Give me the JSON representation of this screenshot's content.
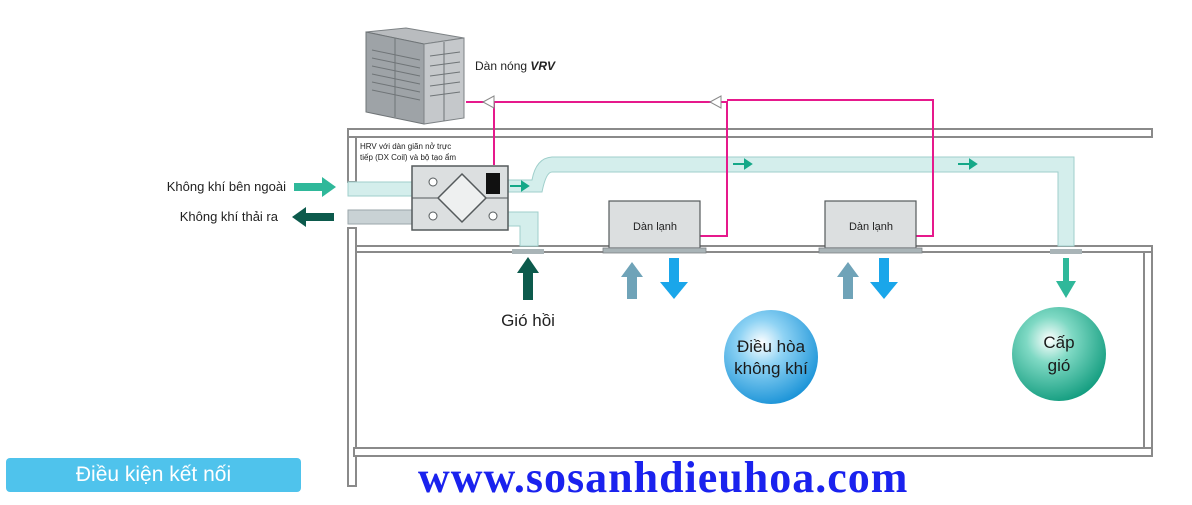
{
  "outdoor_unit_label": "Dàn nóng ",
  "outdoor_unit_brand": "VRV",
  "hrv_label_line1": "HRV với dàn giãn nở trực",
  "hrv_label_line2": "tiếp (DX Coil) và bộ tạo ẩm",
  "outdoor_air_label": "Không khí bên ngoài",
  "exhaust_air_label": "Không khí thải ra",
  "indoor_unit_1_label": "Dàn lạnh",
  "indoor_unit_2_label": "Dàn lạnh",
  "return_air_label": "Gió hồi",
  "ac_circle_line1": "Điều hòa",
  "ac_circle_line2": "không khí",
  "supply_circle_line1": "Cấp",
  "supply_circle_line2": "gió",
  "connect_button_label": "Điều kiện kết nối",
  "watermark": "www.sosanhdieuhoa.com",
  "colors": {
    "refrigerant_pipe": "#e6198c",
    "duct_fill": "#d4eeec",
    "duct_stroke": "#9fcfcb",
    "building_wall": "#8a8a8a",
    "unit_fill": "#dcdfe0",
    "intake_arrow": "#2fb89a",
    "exhaust_arrow": "#0c5a4c",
    "cool_arrow": "#1aa6ea",
    "warm_arrow": "#6fa3b8",
    "ac_circle": "#2aa6e2",
    "supply_circle": "#15a888",
    "button": "#4fc3ec",
    "watermark": "#1a22ee"
  }
}
